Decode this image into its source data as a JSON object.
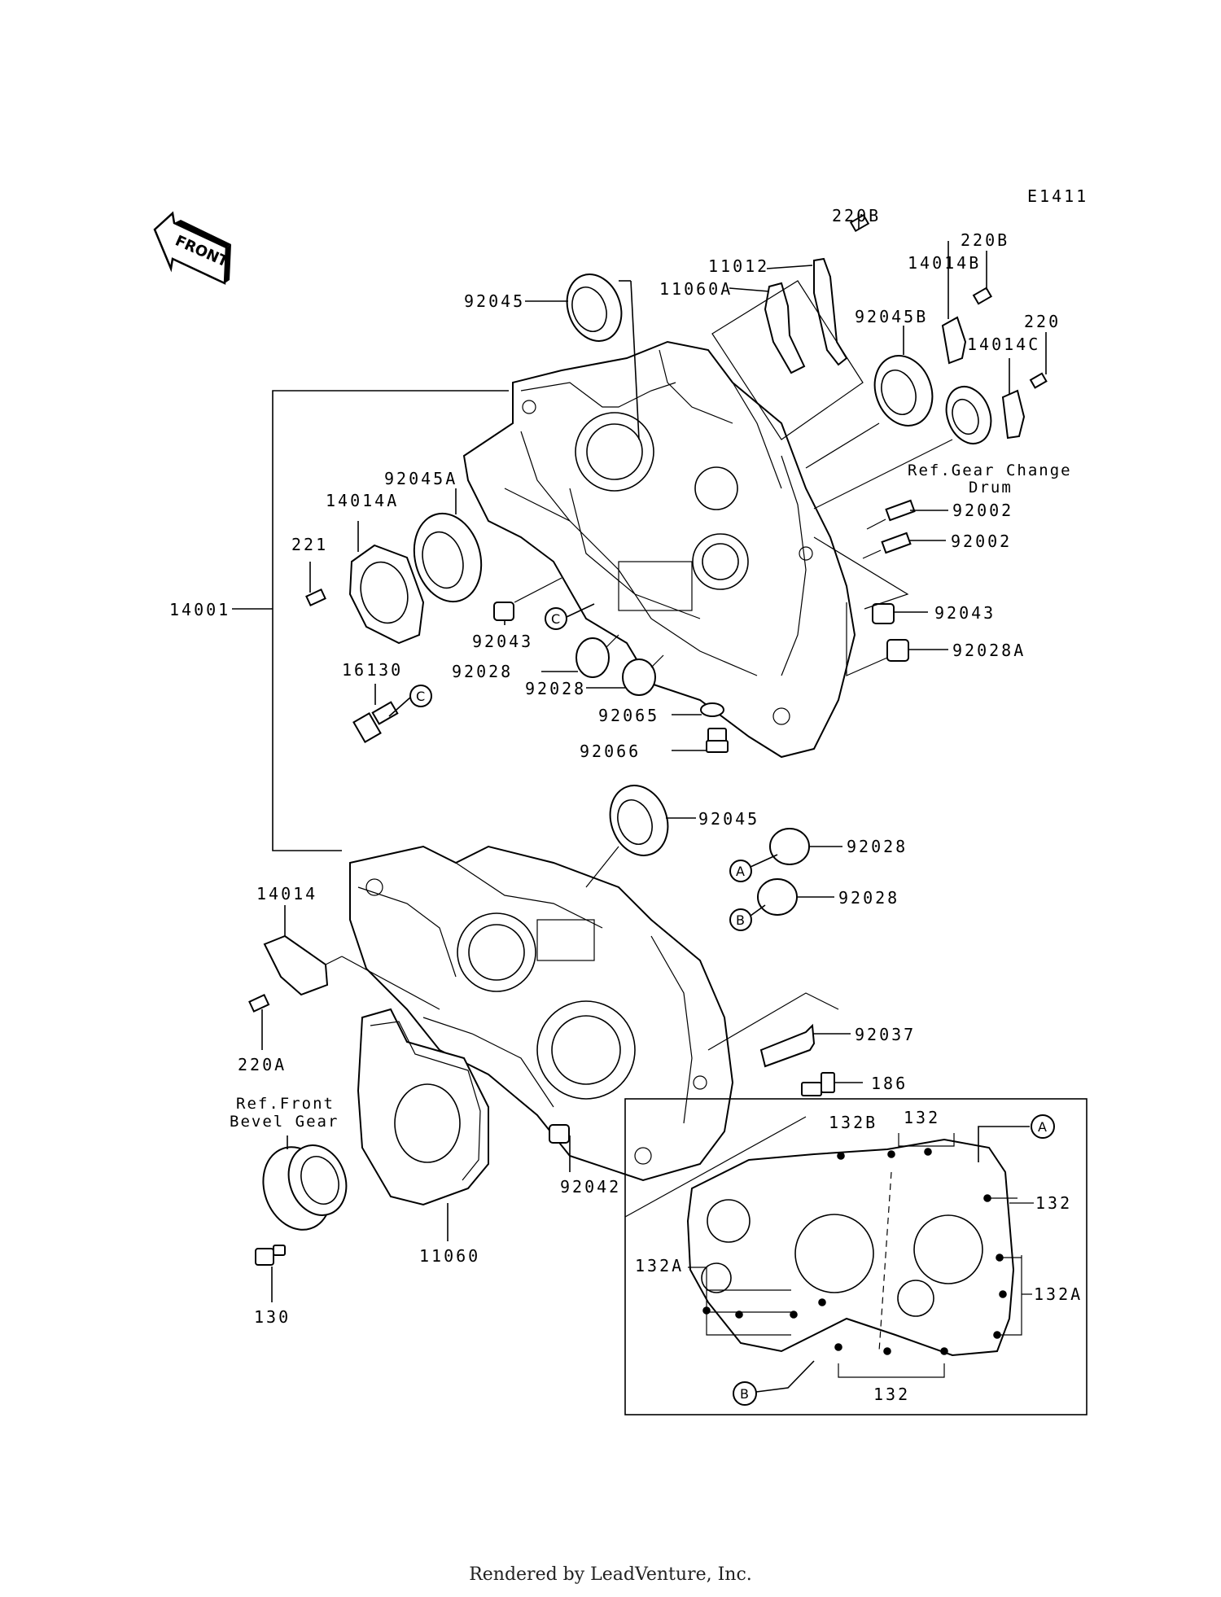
{
  "diagram_code": "E1411",
  "front_label": "FRONT",
  "labels": {
    "p92045_top": "92045",
    "p220B_1": "220B",
    "p11012": "11012",
    "p11060A": "11060A",
    "p220B_2": "220B",
    "p14014B": "14014B",
    "p92045B": "92045B",
    "p220": "220",
    "p14014C": "14014C",
    "p92045A": "92045A",
    "p14014A": "14014A",
    "p221": "221",
    "p14001": "14001",
    "p92043_l": "92043",
    "p92002_1": "92002",
    "p92002_2": "92002",
    "p92043_r": "92043",
    "p92028A": "92028A",
    "p92028_1": "92028",
    "p92028_2": "92028",
    "p16130": "16130",
    "p92065": "92065",
    "p92066": "92066",
    "p92045_mid": "92045",
    "p92028_A": "92028",
    "p92028_B": "92028",
    "p14014": "14014",
    "p220A": "220A",
    "p92037": "92037",
    "p186": "186",
    "p92042": "92042",
    "p11060": "11060",
    "p130": "130",
    "p132B": "132B",
    "p132_top": "132",
    "p132_right": "132",
    "p132A_left": "132A",
    "p132A_right": "132A",
    "p132_bottom": "132"
  },
  "refs": {
    "gear_change_line1": "Ref.Gear Change",
    "gear_change_line2": "Drum",
    "front_bevel_line1": "Ref.Front",
    "front_bevel_line2": "Bevel Gear"
  },
  "markers": {
    "c1": "C",
    "c2": "C",
    "a1": "A",
    "b1": "B",
    "a2": "A",
    "b2": "B"
  },
  "footer": "Rendered by LeadVenture, Inc."
}
